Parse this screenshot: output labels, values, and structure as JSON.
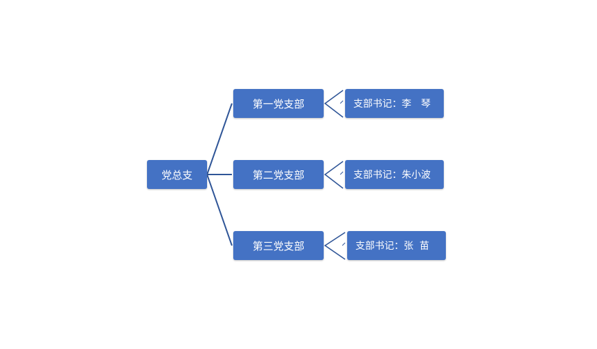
{
  "diagram": {
    "root": {
      "label": "党总支"
    },
    "branches": [
      {
        "label": "第一党支部",
        "secretary": "支部书记：李　琴"
      },
      {
        "label": "第二党支部",
        "secretary": "支部书记：朱小波"
      },
      {
        "label": "第三党支部",
        "secretary": "支部书记：张  苗"
      }
    ]
  },
  "colors": {
    "node_fill": "#4472c4",
    "connector": "#2f5597",
    "text": "#ffffff"
  }
}
